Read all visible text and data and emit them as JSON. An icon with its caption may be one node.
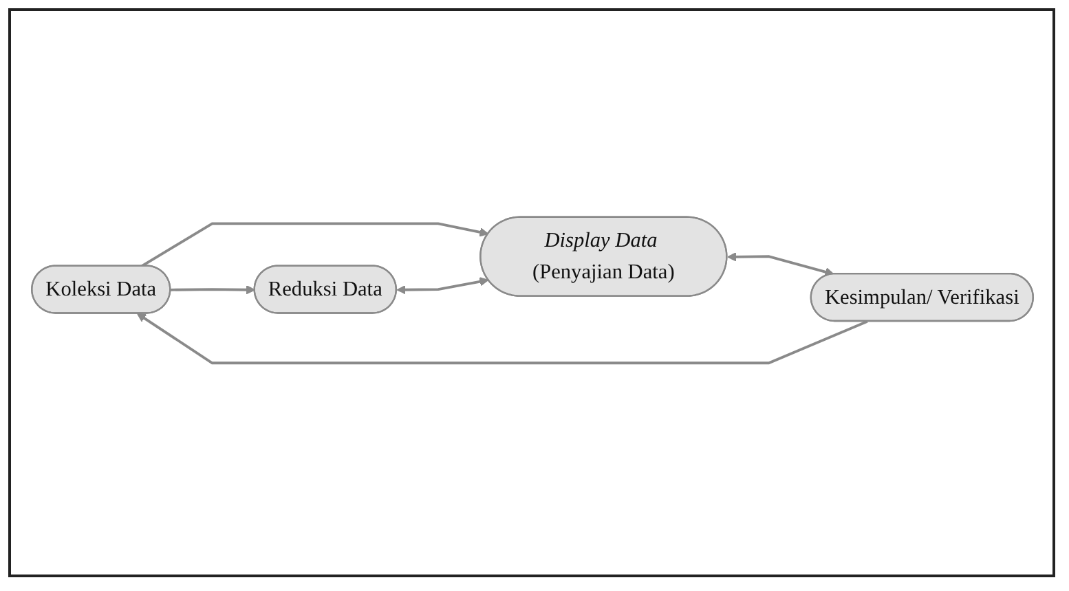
{
  "diagram": {
    "nodes": [
      {
        "text": [
          "Koleksi Data"
        ]
      },
      {
        "text": [
          "*Display Data* (Penyajian Data)"
        ]
      },
      {
        "text": [
          "Reduksi Data"
        ]
      },
      {
        "text": [
          "Kesimpulan/ Verifikasi"
        ]
      }
    ],
    "edges": [
      {
        "from": 0,
        "to": 1,
        "arrow": "to"
      },
      {
        "from": 0,
        "to": 2,
        "arrow": "to"
      },
      {
        "from": 2,
        "to": 1,
        "arrow": "both"
      },
      {
        "from": 1,
        "to": 3,
        "arrow": "both"
      },
      {
        "from": 3,
        "to": 0,
        "arrow": "to"
      }
    ]
  }
}
